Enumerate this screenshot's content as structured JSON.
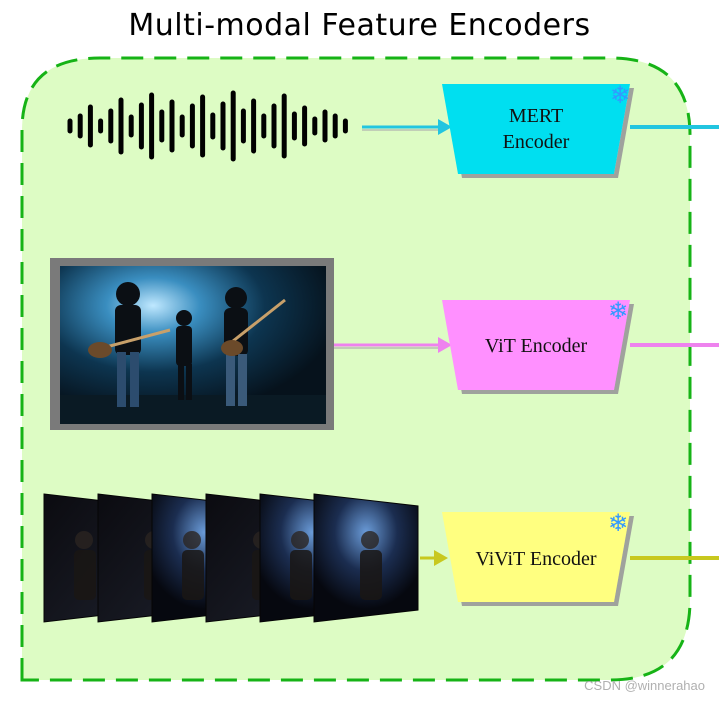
{
  "title": "Multi-modal Feature Encoders",
  "colors": {
    "panel_fill": "#ddfcc4",
    "panel_border": "#16b316",
    "mert": "#00dff0",
    "vit": "#ff90ff",
    "vivit": "#ffff80",
    "audio_arrow": "#22c5e0",
    "image_arrow": "#ee82ee",
    "video_arrow": "#c8c81e",
    "snowflake": "#3399ff"
  },
  "encoders": [
    {
      "id": "mert",
      "line1": "MERT",
      "line2": "Encoder",
      "icon": "snowflake-icon"
    },
    {
      "id": "vit",
      "line1": "ViT Encoder",
      "icon": "snowflake-icon"
    },
    {
      "id": "vivit",
      "line1": "ViViT Encoder",
      "icon": "snowflake-icon"
    }
  ],
  "watermark": "CSDN @winnerahao"
}
